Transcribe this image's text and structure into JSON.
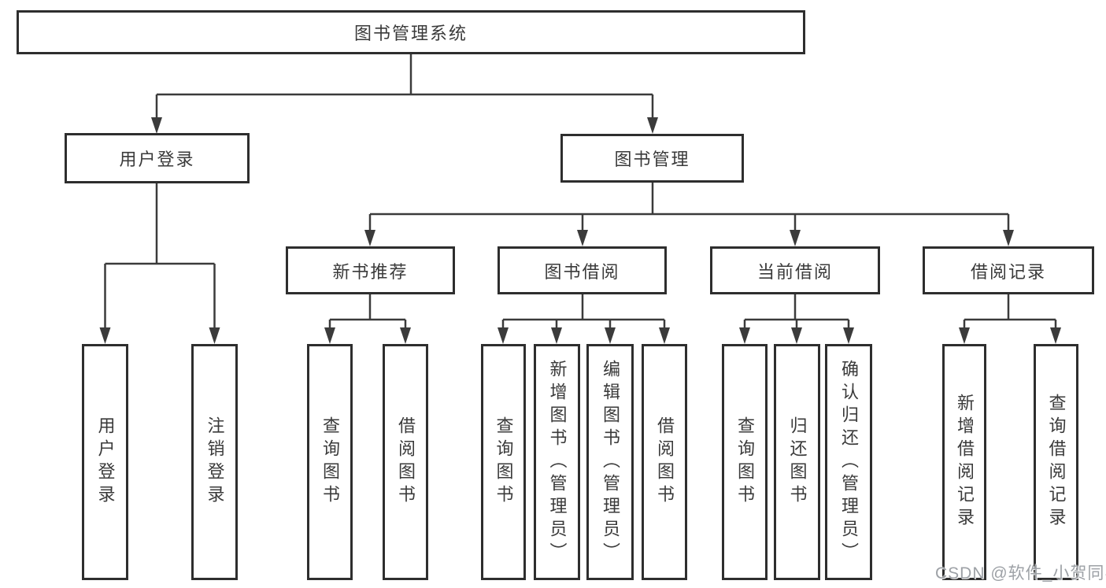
{
  "nodes": {
    "root": {
      "label": "图书管理系统"
    },
    "level2": [
      {
        "label": "用户登录"
      },
      {
        "label": "图书管理"
      }
    ],
    "level3": [
      {
        "label": "新书推荐"
      },
      {
        "label": "图书借阅"
      },
      {
        "label": "当前借阅"
      },
      {
        "label": "借阅记录"
      }
    ],
    "leaves": [
      {
        "label": "用户登录"
      },
      {
        "label": "注销登录"
      },
      {
        "label": "查询图书"
      },
      {
        "label": "借阅图书"
      },
      {
        "label": "查询图书"
      },
      {
        "label": "新增图书（管理员）"
      },
      {
        "label": "编辑图书（管理员）"
      },
      {
        "label": "借阅图书"
      },
      {
        "label": "查询图书"
      },
      {
        "label": "归还图书"
      },
      {
        "label": "确认归还（管理员）"
      },
      {
        "label": "新增借阅记录"
      },
      {
        "label": "查询借阅记录"
      }
    ]
  },
  "watermark": {
    "text": "CSDN @软件_小贺同学"
  },
  "colors": {
    "line": "#3b3b3b",
    "box_border": "#2e2e2e",
    "text": "#3a3a3a",
    "watermark": "#9da1a6",
    "background": "#ffffff"
  }
}
